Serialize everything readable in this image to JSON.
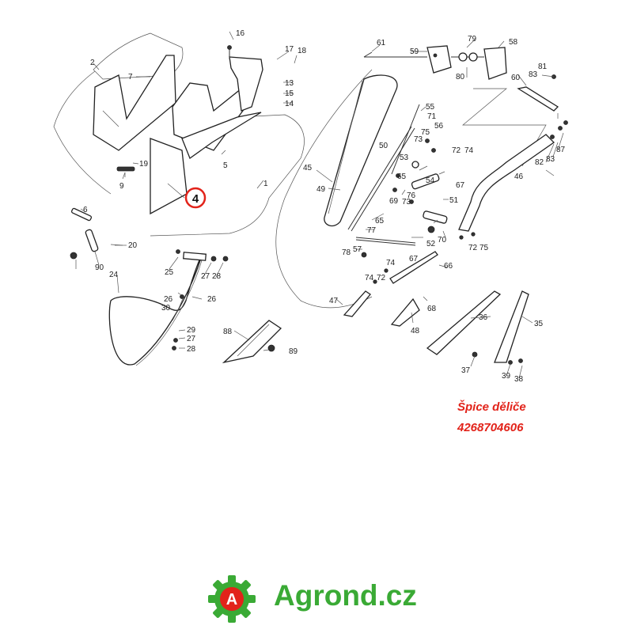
{
  "diagram": {
    "highlight_callout": "4",
    "part_numbers": [
      "1",
      "2",
      "4",
      "5",
      "6",
      "7",
      "9",
      "13",
      "14",
      "15",
      "16",
      "17",
      "18",
      "19",
      "20",
      "24",
      "25",
      "26",
      "26",
      "27",
      "27",
      "28",
      "28",
      "29",
      "30",
      "35",
      "36",
      "37",
      "38",
      "39",
      "45",
      "46",
      "47",
      "48",
      "49",
      "50",
      "51",
      "52",
      "53",
      "54",
      "55",
      "56",
      "57",
      "58",
      "59",
      "60",
      "61",
      "65",
      "65",
      "66",
      "67",
      "67",
      "68",
      "69",
      "70",
      "71",
      "72",
      "72",
      "72",
      "73",
      "73",
      "74",
      "74",
      "74",
      "75",
      "75",
      "76",
      "77",
      "78",
      "79",
      "80",
      "81",
      "82",
      "83",
      "83",
      "87",
      "88",
      "89",
      "90"
    ]
  },
  "caption": {
    "part_name": "Špice děliče",
    "part_number": "4268704606"
  },
  "logo": {
    "letter": "A",
    "text": "Agrond.cz",
    "colors": {
      "green": "#3aaa35",
      "red": "#e2231a"
    }
  }
}
